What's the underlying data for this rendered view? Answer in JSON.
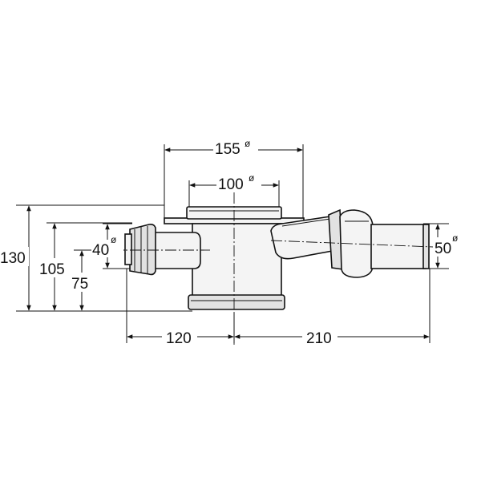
{
  "dimensions": {
    "top_outer": {
      "value": "155",
      "symbol": "ø"
    },
    "top_inner": {
      "value": "100",
      "symbol": "ø"
    },
    "height_overall": {
      "value": "130"
    },
    "height_inlet": {
      "value": "105"
    },
    "height_seal": {
      "value": "75"
    },
    "inlet_diameter": {
      "value": "40",
      "symbol": "ø"
    },
    "outlet_diameter": {
      "value": "50",
      "symbol": "ø"
    },
    "length_left": {
      "value": "120"
    },
    "length_right": {
      "value": "210"
    }
  }
}
